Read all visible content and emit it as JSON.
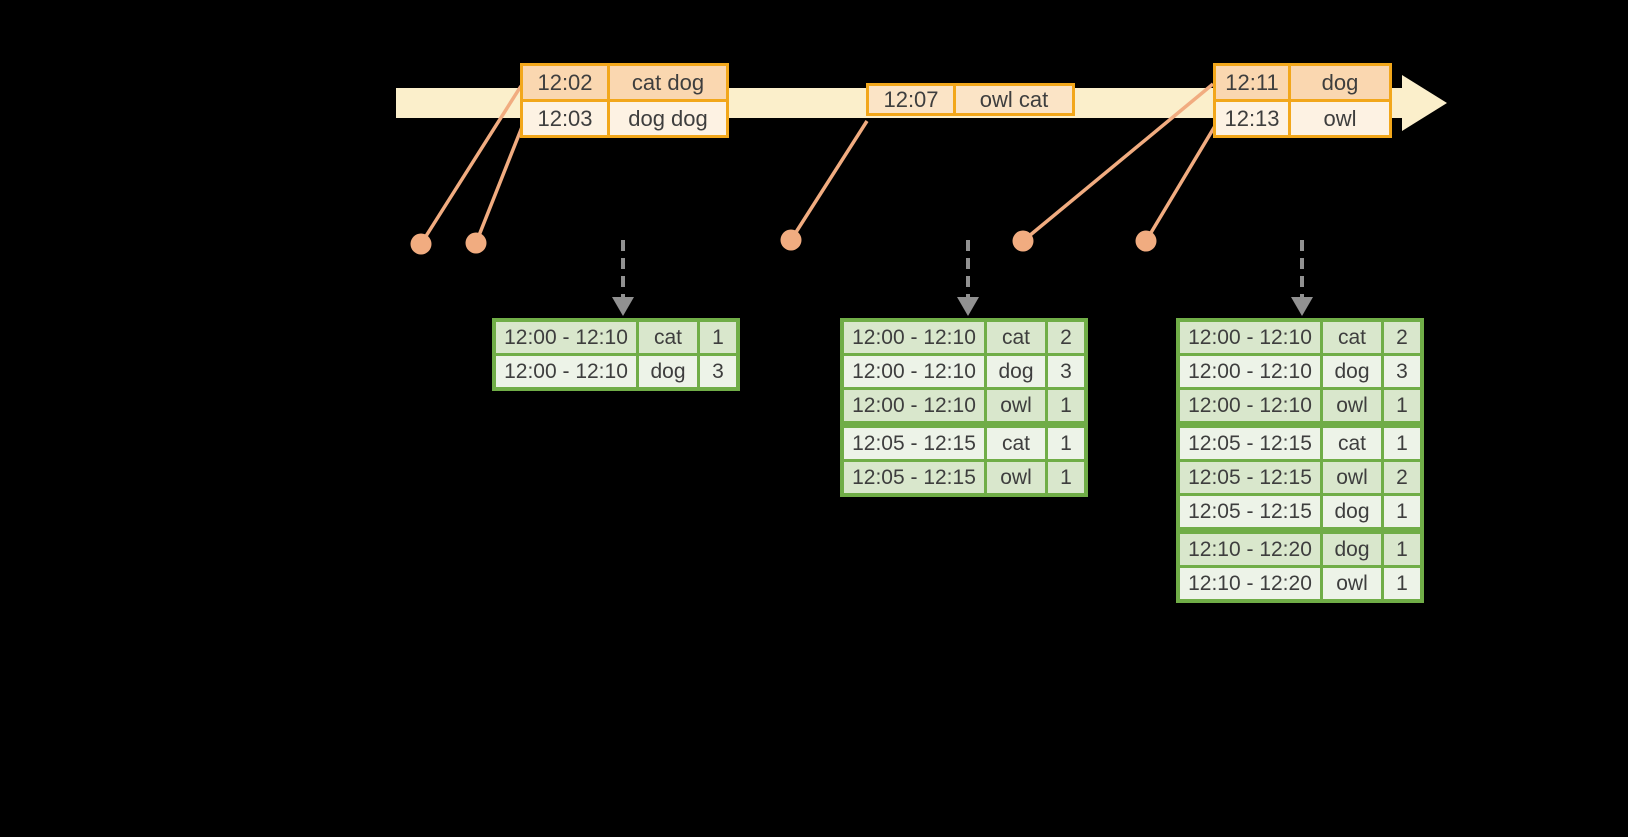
{
  "colors": {
    "background": "#000000",
    "timeline_fill": "#FBEFCB",
    "event_table_border": "#F2A71B",
    "event_row_dark": "#FAD7B0",
    "event_row_mid": "#FBE4C6",
    "event_row_light": "#FDF2E3",
    "connector_orange": "#F1AC80",
    "trigger_arrow_gray": "#919191",
    "result_table_border": "#70AD47",
    "result_row_dark": "#D9E7CC",
    "result_row_light": "#EDF3E8",
    "text": "#3E3E3E"
  },
  "input_tables": [
    {
      "rows": [
        {
          "time": "12:02",
          "words": "cat dog",
          "shade": "dark"
        },
        {
          "time": "12:03",
          "words": "dog dog",
          "shade": "light"
        }
      ]
    },
    {
      "rows": [
        {
          "time": "12:07",
          "words": "owl cat",
          "shade": "mid"
        }
      ]
    },
    {
      "rows": [
        {
          "time": "12:11",
          "words": "dog",
          "shade": "dark"
        },
        {
          "time": "12:13",
          "words": "owl",
          "shade": "light"
        }
      ]
    }
  ],
  "result_tables": [
    {
      "rows": [
        {
          "window": "12:00 - 12:10",
          "word": "cat",
          "count": "1"
        },
        {
          "window": "12:00 - 12:10",
          "word": "dog",
          "count": "3"
        }
      ]
    },
    {
      "rows": [
        {
          "window": "12:00 - 12:10",
          "word": "cat",
          "count": "2"
        },
        {
          "window": "12:00 - 12:10",
          "word": "dog",
          "count": "3"
        },
        {
          "window": "12:00 - 12:10",
          "word": "owl",
          "count": "1"
        },
        {
          "window": "12:05 - 12:15",
          "word": "cat",
          "count": "1",
          "new_window_group": true
        },
        {
          "window": "12:05 - 12:15",
          "word": "owl",
          "count": "1"
        }
      ]
    },
    {
      "rows": [
        {
          "window": "12:00 - 12:10",
          "word": "cat",
          "count": "2"
        },
        {
          "window": "12:00 - 12:10",
          "word": "dog",
          "count": "3"
        },
        {
          "window": "12:00 - 12:10",
          "word": "owl",
          "count": "1"
        },
        {
          "window": "12:05 - 12:15",
          "word": "cat",
          "count": "1",
          "new_window_group": true
        },
        {
          "window": "12:05 - 12:15",
          "word": "owl",
          "count": "2"
        },
        {
          "window": "12:05 - 12:15",
          "word": "dog",
          "count": "1"
        },
        {
          "window": "12:10 - 12:20",
          "word": "dog",
          "count": "1",
          "new_window_group": true
        },
        {
          "window": "12:10 - 12:20",
          "word": "owl",
          "count": "1"
        }
      ]
    }
  ]
}
